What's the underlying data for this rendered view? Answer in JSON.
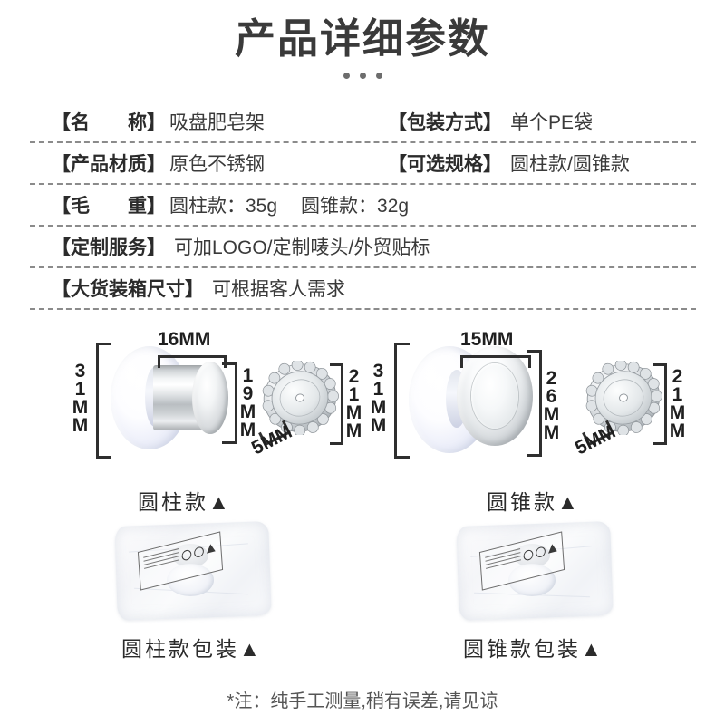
{
  "header": {
    "title": "产品详细参数",
    "dot_count": 3
  },
  "spec_table": {
    "rows": [
      {
        "left": {
          "label": "【名　　称】",
          "value": "吸盘肥皂架"
        },
        "right": {
          "label": "【包装方式】",
          "value": "单个PE袋"
        }
      },
      {
        "left": {
          "label": "【产品材质】",
          "value": "原色不锈钢"
        },
        "right": {
          "label": "【可选规格】",
          "value": "圆柱款/圆锥款"
        }
      },
      {
        "left": {
          "label": "【毛　　重】",
          "value": "圆柱款：35g",
          "value2": "圆锥款：32g"
        },
        "right": {
          "label": "",
          "value": ""
        }
      },
      {
        "left": {
          "label": "【定制服务】",
          "value": "可加LOGO/定制唛头/外贸贴标"
        },
        "right": {
          "label": "",
          "value": ""
        }
      },
      {
        "left": {
          "label": "【大货装箱尺寸】",
          "value": "可根据客人需求"
        },
        "right": {
          "label": "",
          "value": ""
        }
      }
    ]
  },
  "diagrams": {
    "cylinder": {
      "caption": "圆柱款▲",
      "dim_cup_height": "31MM",
      "dim_body_width": "16MM",
      "dim_body_height": "19MM",
      "dim_gear_diameter": "21MM",
      "dim_gear_thickness": "5MM"
    },
    "cone": {
      "caption": "圆锥款▲",
      "dim_cup_height": "31MM",
      "dim_body_width": "15MM",
      "dim_body_height": "26MM",
      "dim_gear_diameter": "21MM",
      "dim_gear_thickness": "5MM"
    }
  },
  "packaging": {
    "cylinder_caption": "圆柱款包装▲",
    "cone_caption": "圆锥款包装▲"
  },
  "footnote": "*注：纯手工测量,稍有误差,请见谅",
  "colors": {
    "text": "#2b2b2b",
    "title": "#3a3a3a",
    "divider": "#8b8b8b",
    "dimension_line": "#2f2f2f"
  }
}
